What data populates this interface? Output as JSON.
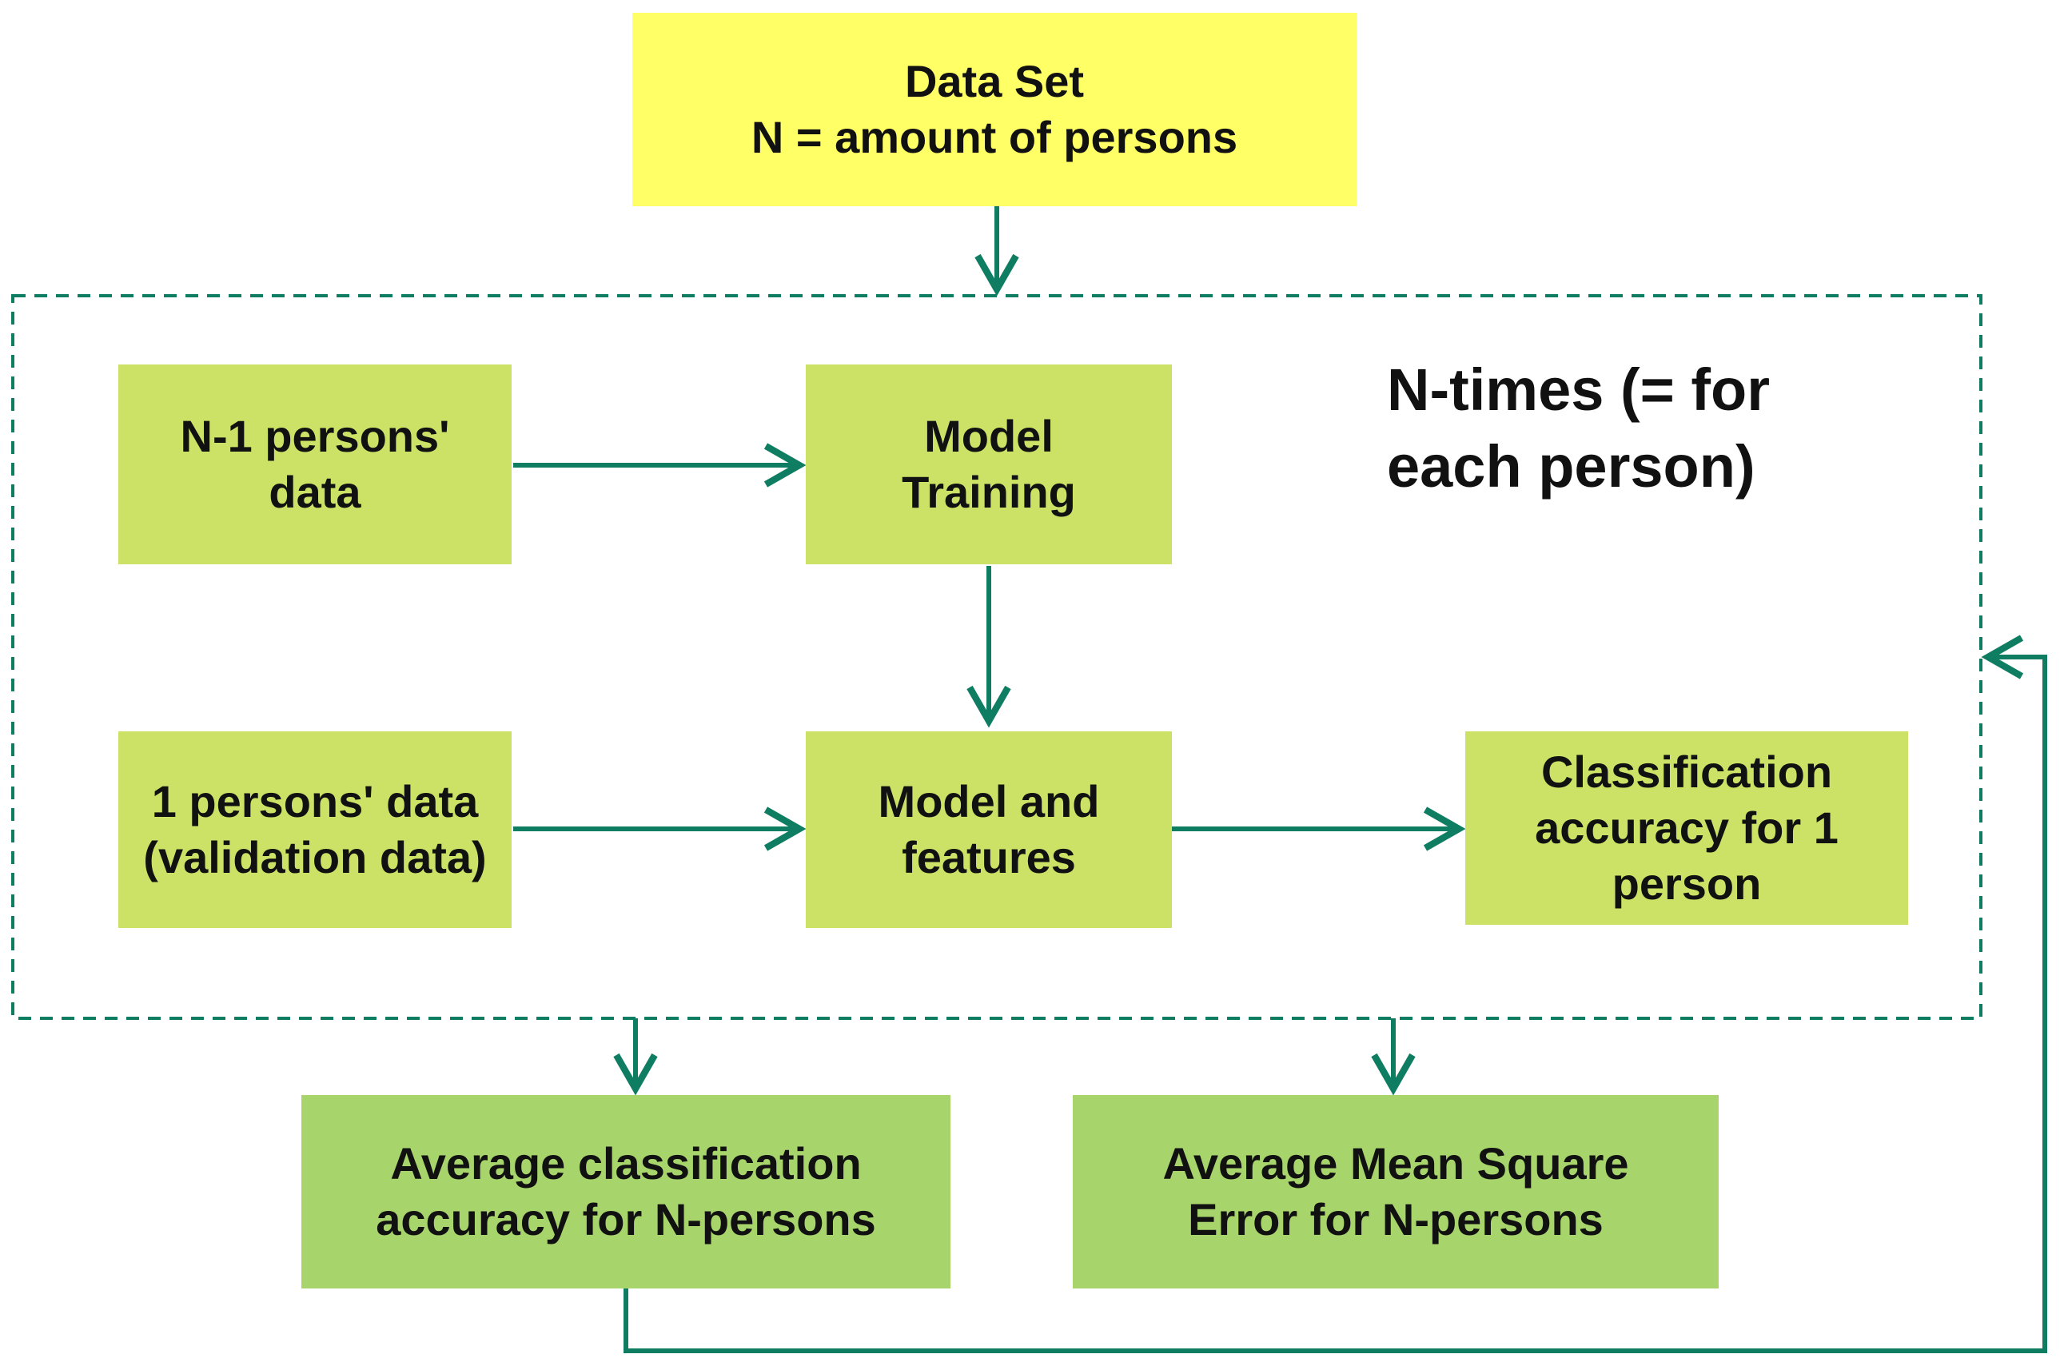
{
  "nodes": {
    "dataset": {
      "lines": [
        "Data Set",
        "N = amount of persons"
      ],
      "color": "#ffff66"
    },
    "train_data": {
      "lines": [
        "N-1 persons'",
        "data"
      ],
      "color": "#cce266"
    },
    "model_training": {
      "lines": [
        "Model",
        "Training"
      ],
      "color": "#cce266"
    },
    "validation_data": {
      "lines": [
        "1 persons' data",
        "(validation data)"
      ],
      "color": "#cce266"
    },
    "model_features": {
      "lines": [
        "Model and",
        "features"
      ],
      "color": "#cce266"
    },
    "class_accuracy": {
      "lines": [
        "Classification",
        "accuracy for 1",
        "person"
      ],
      "color": "#cce266"
    },
    "avg_accuracy": {
      "lines": [
        "Average classification",
        "accuracy for N-persons"
      ],
      "color": "#a8d46c"
    },
    "avg_mse": {
      "lines": [
        "Average Mean Square",
        "Error for N-persons"
      ],
      "color": "#a8d46c"
    }
  },
  "loop_label": {
    "lines": [
      "N-times (= for",
      "each person)"
    ]
  },
  "colors": {
    "arrow": "#0f7d62",
    "dashed_border": "#0f7d62"
  }
}
